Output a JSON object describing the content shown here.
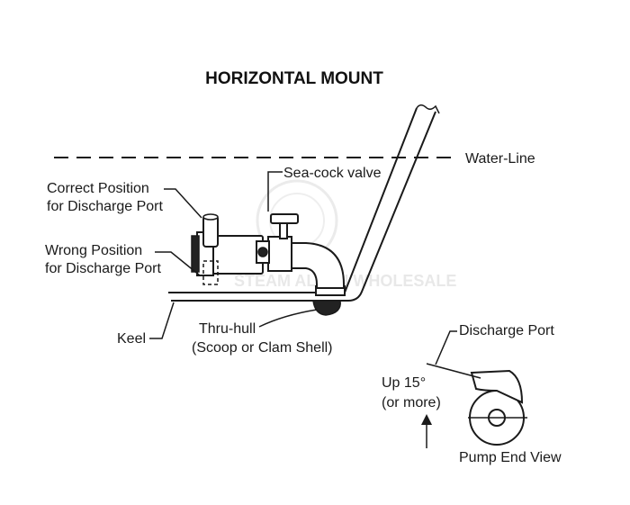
{
  "title": "HORIZONTAL MOUNT",
  "labels": {
    "water_line": "Water-Line",
    "sea_cock": "Sea-cock valve",
    "correct_1": "Correct Position",
    "correct_2": "for Discharge Port",
    "wrong_1": "Wrong Position",
    "wrong_2": "for Discharge Port",
    "keel": "Keel",
    "thru_hull_1": "Thru-hull",
    "thru_hull_2": "(Scoop or Clam Shell)",
    "discharge_port": "Discharge Port",
    "up_1": "Up 15°",
    "up_2": "(or more)",
    "pump_end_view": "Pump End View"
  },
  "watermark": "STEAM ALLEN WHOLESALE",
  "colors": {
    "line": "#1a1a1a",
    "watermark": "#d9d9d9",
    "background": "#ffffff"
  }
}
